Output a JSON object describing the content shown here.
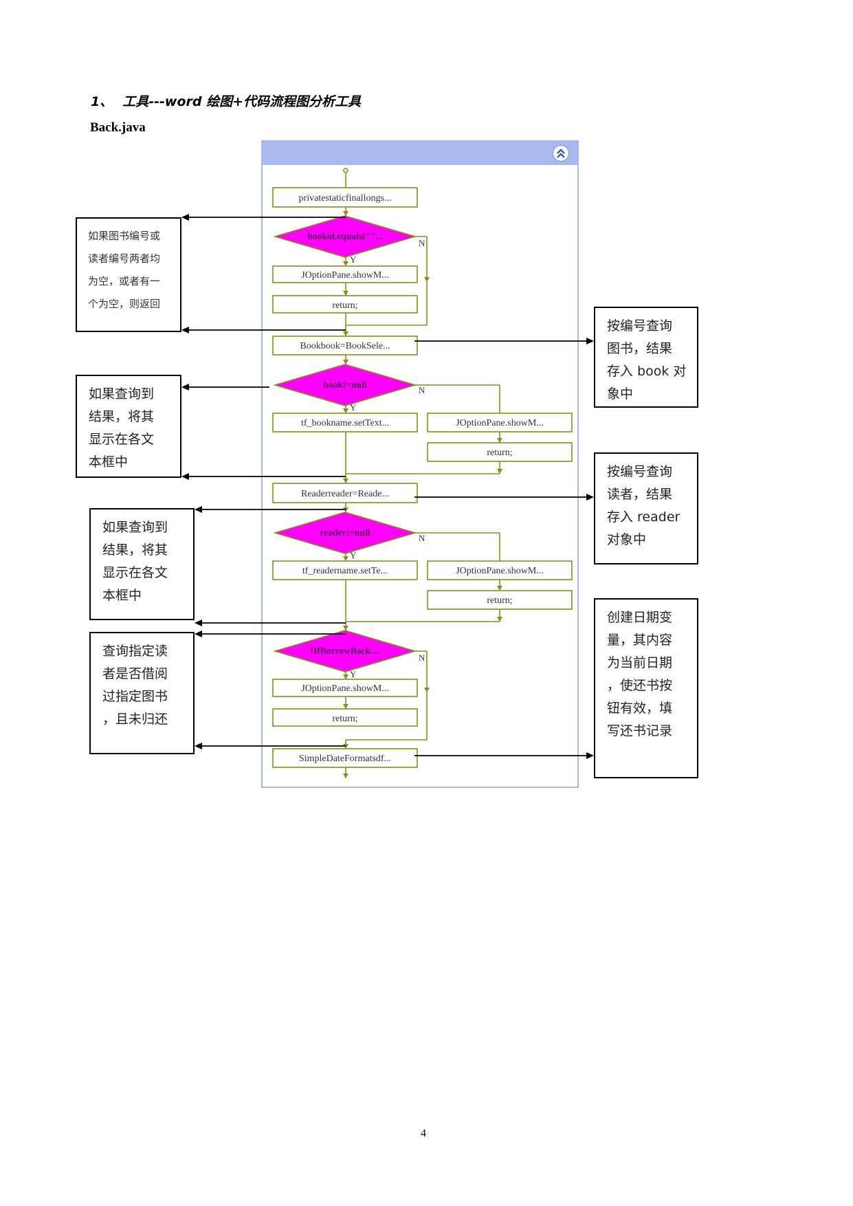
{
  "heading": {
    "number": "1、",
    "text": "工具---word 绘图+代码流程图分析工具"
  },
  "filename": "Back.java",
  "flowchart": {
    "nodes": {
      "n1": "privatestaticfinallongs...",
      "d1": "bookid.equals(\"\"...",
      "n2": "JOptionPane.showM...",
      "n3": "return;",
      "n4": "Bookbook=BookSele...",
      "d2": "book!=null",
      "n5": "tf_bookname.setText...",
      "n6": "JOptionPane.showM...",
      "n7": "return;",
      "n8": "Readerreader=Reade...",
      "d3": "reader!=null",
      "n9": "tf_readername.setTe...",
      "n10": "JOptionPane.showM...",
      "n11": "return;",
      "d4": "!IfBorrowBack....",
      "n12": "JOptionPane.showM...",
      "n13": "return;",
      "n14": "SimpleDateFormatsdf..."
    },
    "yes_label": "Y",
    "no_label": "N",
    "colors": {
      "decision_fill": "#ff00ff",
      "node_border": "#8b8b1e",
      "panel_header": "#a9b9ee"
    }
  },
  "annotations": {
    "left1": "如果图书编号或\n读者编号两者均\n为空，或者有一\n个为空，则返回",
    "left2": "如果查询到\n结果，将其\n显示在各文\n本框中",
    "left3": "如果查询到\n结果，将其\n显示在各文\n本框中",
    "left4": "查询指定读\n者是否借阅\n过指定图书\n，且未归还",
    "right1": "按编号查询\n图书，结果\n存入 book 对\n象中",
    "right2": "按编号查询\n读者，结果\n存入 reader\n对象中",
    "right3": "创建日期变\n量，其内容\n为当前日期\n，使还书按\n钮有效，填\n写还书记录"
  },
  "page_number": "4"
}
